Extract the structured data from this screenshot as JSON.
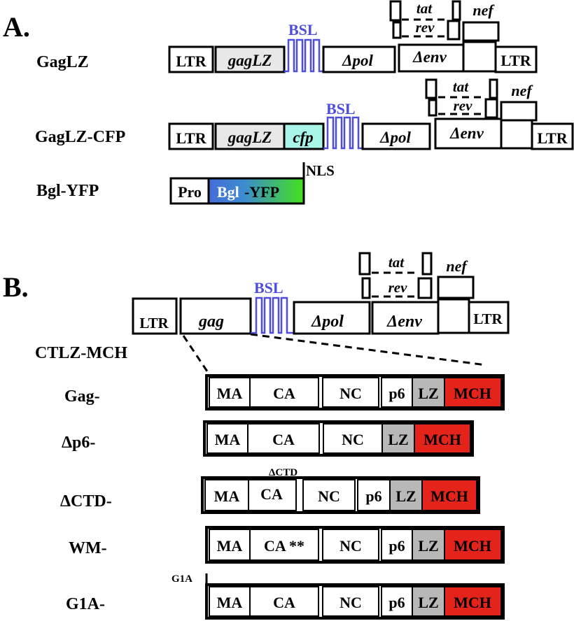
{
  "panel_a": {
    "label": "A.",
    "constructs": [
      {
        "name": "GagLZ",
        "segments": [
          "LTR",
          "gagLZ",
          "BSL",
          "Δpol",
          "Δenv",
          "LTR"
        ],
        "accessory": [
          "tat",
          "rev",
          "nef"
        ]
      },
      {
        "name": "GagLZ-CFP",
        "segments": [
          "LTR",
          "gagLZ",
          "cfp",
          "BSL",
          "Δpol",
          "Δenv",
          "LTR"
        ],
        "accessory": [
          "tat",
          "rev",
          "nef"
        ]
      },
      {
        "name": "Bgl-YFP",
        "segments": [
          "Pro",
          "Bgl",
          "-YFP"
        ],
        "tag": "NLS"
      }
    ]
  },
  "panel_b": {
    "label": "B.",
    "provirus": {
      "name": "CTLZ-MCH",
      "segments": [
        "LTR",
        "gag",
        "BSL",
        "Δpol",
        "Δenv",
        "LTR"
      ],
      "accessory": [
        "tat",
        "rev",
        "nef"
      ]
    },
    "variants": [
      {
        "name": "Gag-",
        "domains": [
          "MA",
          "CA",
          "NC",
          "p6",
          "LZ",
          "MCH"
        ]
      },
      {
        "name": "Δp6-",
        "domains": [
          "MA",
          "CA",
          "NC",
          "LZ",
          "MCH"
        ]
      },
      {
        "name": "ΔCTD-",
        "domains": [
          "MA",
          "CA",
          "NC",
          "p6",
          "LZ",
          "MCH"
        ],
        "annotation": "ΔCTD"
      },
      {
        "name": "WM-",
        "domains": [
          "MA",
          "CA **",
          "NC",
          "p6",
          "LZ",
          "MCH"
        ]
      },
      {
        "name": "G1A-",
        "domains": [
          "MA",
          "CA",
          "NC",
          "p6",
          "LZ",
          "MCH"
        ],
        "annotation": "G1A"
      }
    ]
  },
  "colors": {
    "bsl": "#4d4de0",
    "gaglz_fill": "#e8e8e8",
    "cfp": "#aaf5ea",
    "lz": "#b8b8b8",
    "mch": "#e4231b",
    "bgl": "#4d4de0",
    "yfp": "#44e01c"
  }
}
